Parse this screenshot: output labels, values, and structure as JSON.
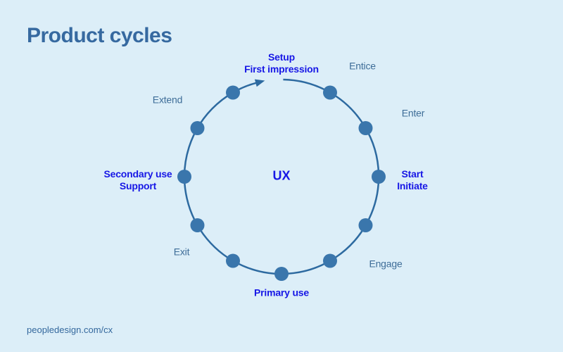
{
  "title": "Product cycles",
  "footer": "peopledesign.com/cx",
  "diagram": {
    "center_label": "UX",
    "flow_direction": "clockwise",
    "dot_count": 11,
    "stages": [
      {
        "label": "Setup\nFirst impression",
        "emphasis": "primary"
      },
      {
        "label": "Entice",
        "emphasis": "secondary"
      },
      {
        "label": "Enter",
        "emphasis": "secondary"
      },
      {
        "label": "Start\nInitiate",
        "emphasis": "primary"
      },
      {
        "label": "Engage",
        "emphasis": "secondary"
      },
      {
        "label": "Primary use",
        "emphasis": "primary"
      },
      {
        "label": "Exit",
        "emphasis": "secondary"
      },
      {
        "label": "Secondary use\nSupport",
        "emphasis": "primary"
      },
      {
        "label": "Extend",
        "emphasis": "secondary"
      }
    ]
  },
  "colors": {
    "background": "#DCEEF8",
    "title_text": "#3669A0",
    "primary_label": "#1717E6",
    "secondary_label": "#3E6D98",
    "ring": "#2D6AA0",
    "dot": "#3A76AC",
    "footer_text": "#34689D"
  }
}
